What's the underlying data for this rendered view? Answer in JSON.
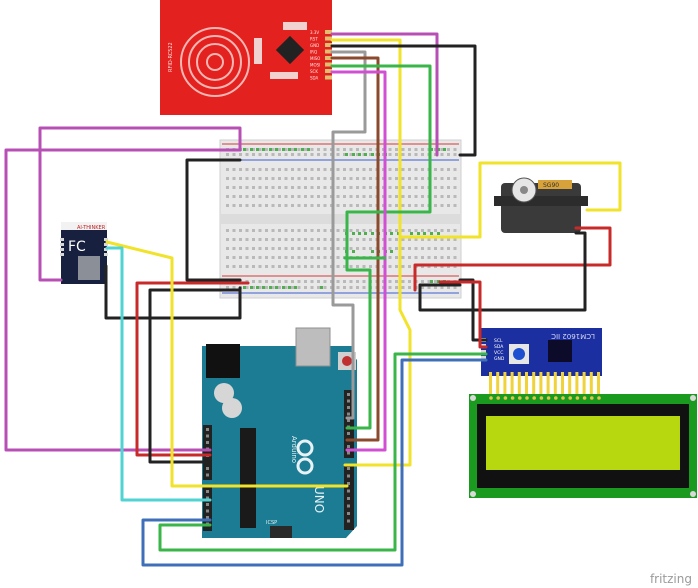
{
  "rfid": {
    "brand": "RFID-RC522",
    "pins": [
      "SDA",
      "SCK",
      "MOSI",
      "MISO",
      "IRQ",
      "GND",
      "RST",
      "3.3V"
    ],
    "color": "#e3221f"
  },
  "arduino": {
    "logo": "UNO",
    "brand": "Arduino",
    "icsp": "ICSP",
    "color": "#1b7c93"
  },
  "esp": {
    "brand": "AI-THINKER",
    "mark": "FC"
  },
  "servo": {
    "label": "SG90"
  },
  "i2c": {
    "label": "LCM1602 IIC",
    "pins": [
      "GND",
      "VCC",
      "SDA",
      "SCL"
    ],
    "color": "#1c2fa0"
  },
  "lcd": {
    "screen_color": "#b7d80f",
    "board_color": "#1a9a1f"
  },
  "footer": {
    "brand": "fritzing"
  }
}
